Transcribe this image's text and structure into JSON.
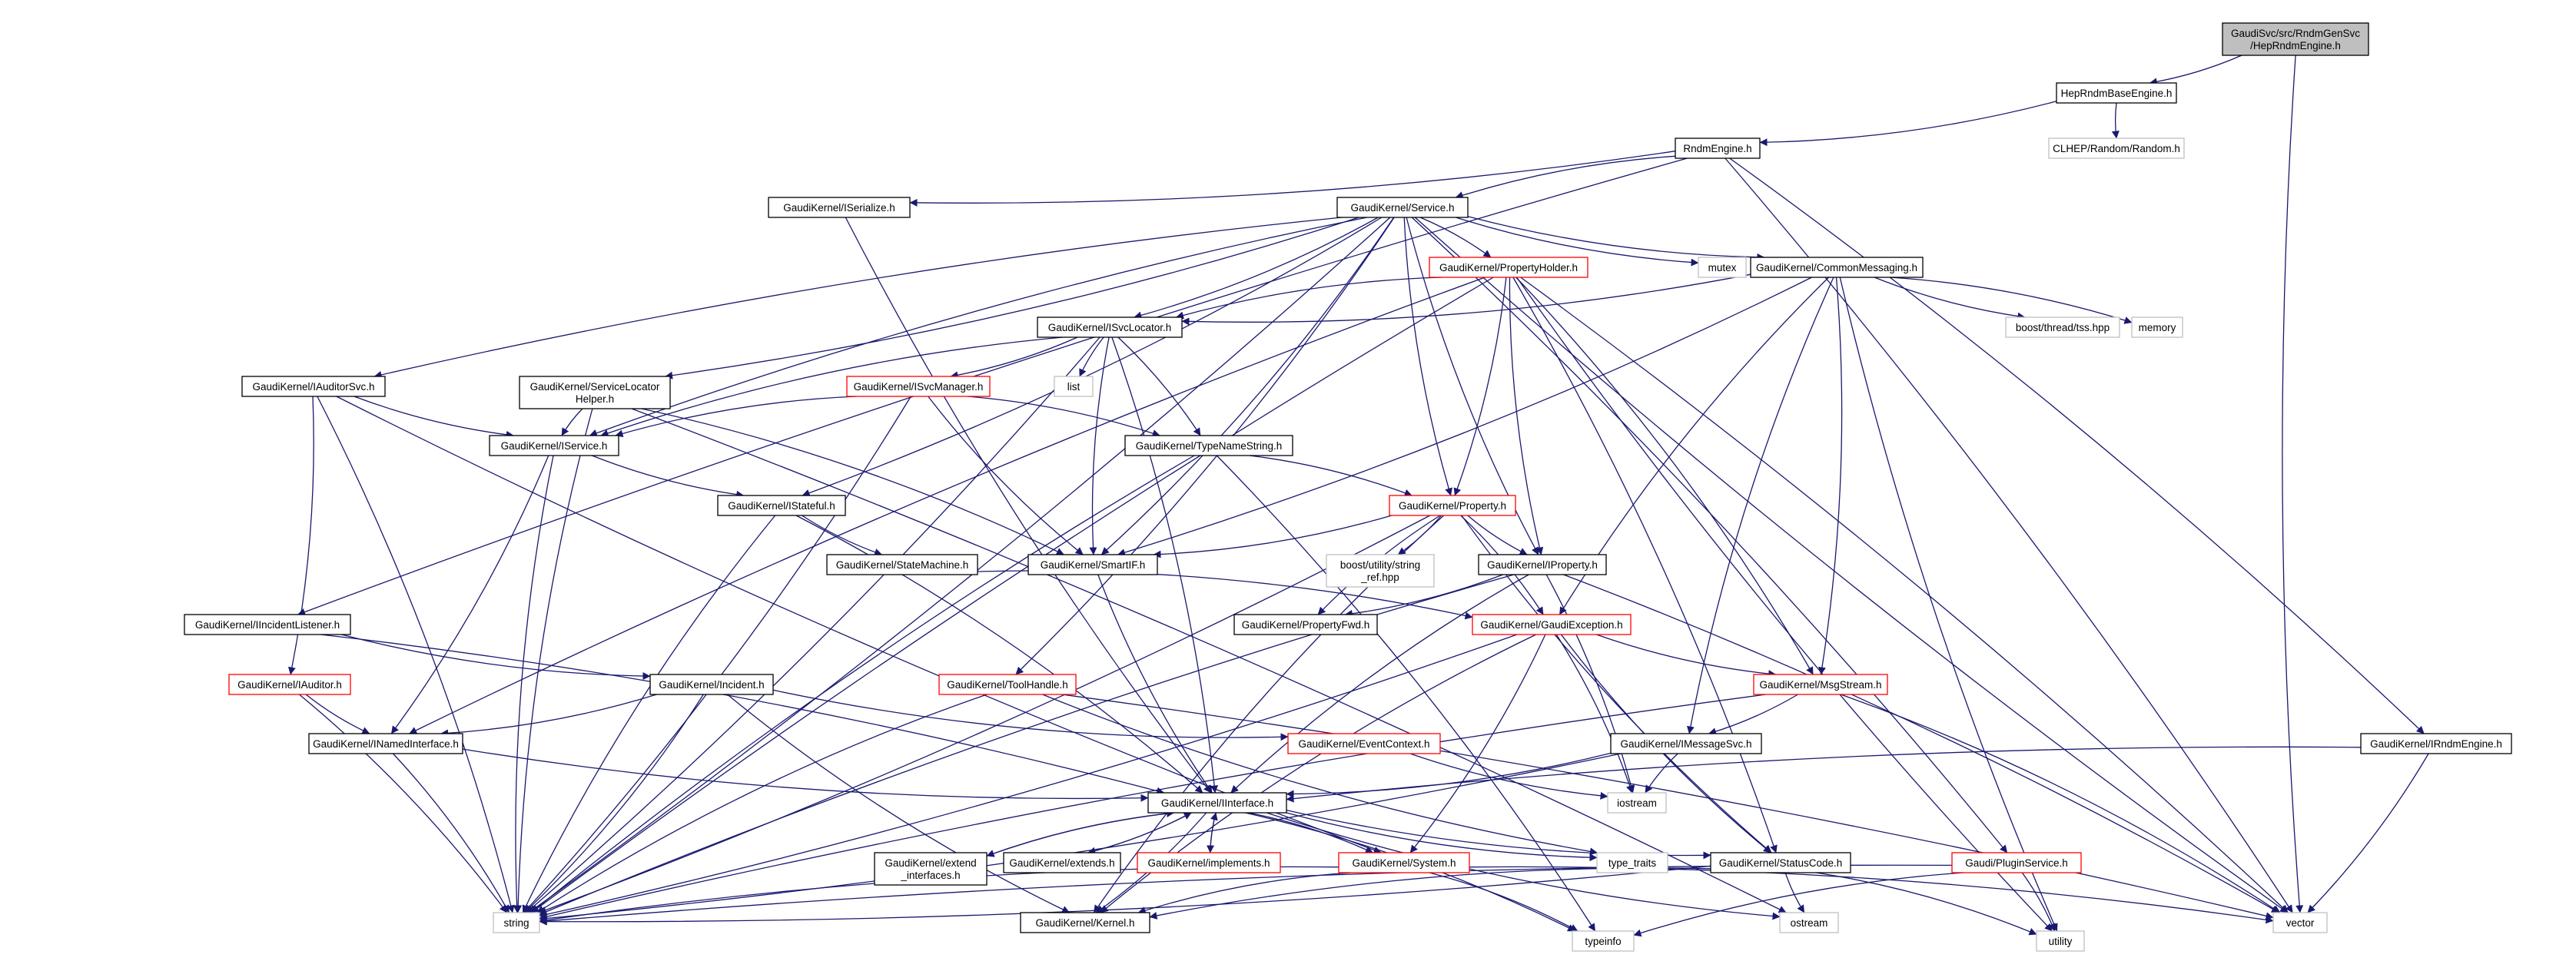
{
  "colors": {
    "edge": "#191970",
    "node_border_normal": "#000000",
    "node_border_truncated": "#ff0000",
    "node_border_external": "#bfbfbf",
    "root_fill": "#bfbfbf",
    "node_fill": "#ffffff",
    "text": "#000000"
  },
  "nodes": [
    {
      "id": "root",
      "lines": [
        "GaudiSvc/src/RndmGenSvc",
        "/HepRndmEngine.h"
      ],
      "style": "root"
    },
    {
      "id": "hepbase",
      "lines": [
        "HepRndmBaseEngine.h"
      ],
      "style": "normal"
    },
    {
      "id": "clhep",
      "lines": [
        "CLHEP/Random/Random.h"
      ],
      "style": "external"
    },
    {
      "id": "rndmengine",
      "lines": [
        "RndmEngine.h"
      ],
      "style": "normal"
    },
    {
      "id": "iserialize",
      "lines": [
        "GaudiKernel/ISerialize.h"
      ],
      "style": "normal"
    },
    {
      "id": "service",
      "lines": [
        "GaudiKernel/Service.h"
      ],
      "style": "normal"
    },
    {
      "id": "propholder",
      "lines": [
        "GaudiKernel/PropertyHolder.h"
      ],
      "style": "truncated"
    },
    {
      "id": "mutex",
      "lines": [
        "mutex"
      ],
      "style": "external"
    },
    {
      "id": "commonmsg",
      "lines": [
        "GaudiKernel/CommonMessaging.h"
      ],
      "style": "normal"
    },
    {
      "id": "boostthread",
      "lines": [
        "boost/thread/tss.hpp"
      ],
      "style": "external"
    },
    {
      "id": "memory",
      "lines": [
        "memory"
      ],
      "style": "external"
    },
    {
      "id": "isvclocator",
      "lines": [
        "GaudiKernel/ISvcLocator.h"
      ],
      "style": "normal"
    },
    {
      "id": "list",
      "lines": [
        "list"
      ],
      "style": "external"
    },
    {
      "id": "iauditorsvc",
      "lines": [
        "GaudiKernel/IAuditorSvc.h"
      ],
      "style": "normal"
    },
    {
      "id": "svclocatorhelper",
      "lines": [
        "GaudiKernel/ServiceLocator",
        "Helper.h"
      ],
      "style": "normal"
    },
    {
      "id": "isvcmanager",
      "lines": [
        "GaudiKernel/ISvcManager.h"
      ],
      "style": "truncated"
    },
    {
      "id": "iservice",
      "lines": [
        "GaudiKernel/IService.h"
      ],
      "style": "normal"
    },
    {
      "id": "typenamestring",
      "lines": [
        "GaudiKernel/TypeNameString.h"
      ],
      "style": "normal"
    },
    {
      "id": "istateful",
      "lines": [
        "GaudiKernel/IStateful.h"
      ],
      "style": "normal"
    },
    {
      "id": "property",
      "lines": [
        "GaudiKernel/Property.h"
      ],
      "style": "truncated"
    },
    {
      "id": "boostref",
      "lines": [
        "boost/utility/string",
        "_ref.hpp"
      ],
      "style": "external"
    },
    {
      "id": "statemachine",
      "lines": [
        "GaudiKernel/StateMachine.h"
      ],
      "style": "normal"
    },
    {
      "id": "smartif",
      "lines": [
        "GaudiKernel/SmartIF.h"
      ],
      "style": "normal"
    },
    {
      "id": "iproperty",
      "lines": [
        "GaudiKernel/IProperty.h"
      ],
      "style": "normal"
    },
    {
      "id": "propertyfwd",
      "lines": [
        "GaudiKernel/PropertyFwd.h"
      ],
      "style": "normal"
    },
    {
      "id": "gaudiexception",
      "lines": [
        "GaudiKernel/GaudiException.h"
      ],
      "style": "truncated"
    },
    {
      "id": "iincidentlistener",
      "lines": [
        "GaudiKernel/IIncidentListener.h"
      ],
      "style": "normal"
    },
    {
      "id": "iauditor",
      "lines": [
        "GaudiKernel/IAuditor.h"
      ],
      "style": "truncated"
    },
    {
      "id": "incident",
      "lines": [
        "GaudiKernel/Incident.h"
      ],
      "style": "normal"
    },
    {
      "id": "toolhandle",
      "lines": [
        "GaudiKernel/ToolHandle.h"
      ],
      "style": "truncated"
    },
    {
      "id": "msgstream",
      "lines": [
        "GaudiKernel/MsgStream.h"
      ],
      "style": "truncated"
    },
    {
      "id": "inamedinterface",
      "lines": [
        "GaudiKernel/INamedInterface.h"
      ],
      "style": "normal"
    },
    {
      "id": "eventcontext",
      "lines": [
        "GaudiKernel/EventContext.h"
      ],
      "style": "truncated"
    },
    {
      "id": "imessagesvc",
      "lines": [
        "GaudiKernel/IMessageSvc.h"
      ],
      "style": "normal"
    },
    {
      "id": "irndmengine",
      "lines": [
        "GaudiKernel/IRndmEngine.h"
      ],
      "style": "normal"
    },
    {
      "id": "iostream",
      "lines": [
        "iostream"
      ],
      "style": "external"
    },
    {
      "id": "iinterface",
      "lines": [
        "GaudiKernel/IInterface.h"
      ],
      "style": "normal"
    },
    {
      "id": "extendinterfaces",
      "lines": [
        "GaudiKernel/extend",
        "_interfaces.h"
      ],
      "style": "normal"
    },
    {
      "id": "extends",
      "lines": [
        "GaudiKernel/extends.h"
      ],
      "style": "normal"
    },
    {
      "id": "implements",
      "lines": [
        "GaudiKernel/implements.h"
      ],
      "style": "truncated"
    },
    {
      "id": "system",
      "lines": [
        "GaudiKernel/System.h"
      ],
      "style": "truncated"
    },
    {
      "id": "typetraits",
      "lines": [
        "type_traits"
      ],
      "style": "external"
    },
    {
      "id": "statuscode",
      "lines": [
        "GaudiKernel/StatusCode.h"
      ],
      "style": "normal"
    },
    {
      "id": "pluginservice",
      "lines": [
        "Gaudi/PluginService.h"
      ],
      "style": "truncated"
    },
    {
      "id": "string",
      "lines": [
        "string"
      ],
      "style": "external"
    },
    {
      "id": "kernel",
      "lines": [
        "GaudiKernel/Kernel.h"
      ],
      "style": "normal"
    },
    {
      "id": "typeinfo",
      "lines": [
        "typeinfo"
      ],
      "style": "external"
    },
    {
      "id": "ostream",
      "lines": [
        "ostream"
      ],
      "style": "external"
    },
    {
      "id": "utility",
      "lines": [
        "utility"
      ],
      "style": "external"
    },
    {
      "id": "vector",
      "lines": [
        "vector"
      ],
      "style": "external"
    }
  ],
  "edges": [
    [
      "root",
      "hepbase"
    ],
    [
      "root",
      "vector"
    ],
    [
      "hepbase",
      "rndmengine"
    ],
    [
      "hepbase",
      "clhep"
    ],
    [
      "rndmengine",
      "iserialize"
    ],
    [
      "rndmengine",
      "service"
    ],
    [
      "rndmengine",
      "irndmengine"
    ],
    [
      "rndmengine",
      "iincidentlistener"
    ],
    [
      "rndmengine",
      "vector"
    ],
    [
      "iserialize",
      "iinterface"
    ],
    [
      "service",
      "propholder"
    ],
    [
      "service",
      "commonmsg"
    ],
    [
      "service",
      "isvclocator"
    ],
    [
      "service",
      "iauditorsvc"
    ],
    [
      "service",
      "svclocatorhelper"
    ],
    [
      "service",
      "iservice"
    ],
    [
      "service",
      "istateful"
    ],
    [
      "service",
      "property"
    ],
    [
      "service",
      "smartif"
    ],
    [
      "service",
      "iproperty"
    ],
    [
      "service",
      "toolhandle"
    ],
    [
      "service",
      "mutex"
    ],
    [
      "service",
      "pluginservice"
    ],
    [
      "service",
      "vector"
    ],
    [
      "service",
      "string"
    ],
    [
      "propholder",
      "isvclocator"
    ],
    [
      "propholder",
      "property"
    ],
    [
      "propholder",
      "iproperty"
    ],
    [
      "propholder",
      "msgstream"
    ],
    [
      "propholder",
      "inamedinterface"
    ],
    [
      "propholder",
      "statuscode"
    ],
    [
      "propholder",
      "utility"
    ],
    [
      "propholder",
      "vector"
    ],
    [
      "propholder",
      "string"
    ],
    [
      "commonmsg",
      "isvclocator"
    ],
    [
      "commonmsg",
      "gaudiexception"
    ],
    [
      "commonmsg",
      "msgstream"
    ],
    [
      "commonmsg",
      "imessagesvc"
    ],
    [
      "commonmsg",
      "smartif"
    ],
    [
      "commonmsg",
      "boostthread"
    ],
    [
      "commonmsg",
      "memory"
    ],
    [
      "commonmsg",
      "utility"
    ],
    [
      "isvclocator",
      "isvcmanager"
    ],
    [
      "isvclocator",
      "iservice"
    ],
    [
      "isvclocator",
      "typenamestring"
    ],
    [
      "isvclocator",
      "smartif"
    ],
    [
      "isvclocator",
      "iinterface"
    ],
    [
      "isvclocator",
      "list"
    ],
    [
      "isvclocator",
      "string"
    ],
    [
      "iauditorsvc",
      "iservice"
    ],
    [
      "iauditorsvc",
      "iauditor"
    ],
    [
      "iauditorsvc",
      "system"
    ],
    [
      "iauditorsvc",
      "string"
    ],
    [
      "svclocatorhelper",
      "iservice"
    ],
    [
      "svclocatorhelper",
      "smartif"
    ],
    [
      "svclocatorhelper",
      "string"
    ],
    [
      "svclocatorhelper",
      "ostream"
    ],
    [
      "isvcmanager",
      "iservice"
    ],
    [
      "isvcmanager",
      "typenamestring"
    ],
    [
      "isvcmanager",
      "smartif"
    ],
    [
      "isvcmanager",
      "string"
    ],
    [
      "iservice",
      "istateful"
    ],
    [
      "iservice",
      "inamedinterface"
    ],
    [
      "iservice",
      "string"
    ],
    [
      "typenamestring",
      "property"
    ],
    [
      "typenamestring",
      "string"
    ],
    [
      "typenamestring",
      "typeinfo"
    ],
    [
      "istateful",
      "statemachine"
    ],
    [
      "istateful",
      "iinterface"
    ],
    [
      "istateful",
      "string"
    ],
    [
      "property",
      "smartif"
    ],
    [
      "property",
      "iproperty"
    ],
    [
      "property",
      "boostref"
    ],
    [
      "property",
      "propertyfwd"
    ],
    [
      "property",
      "gaudiexception"
    ],
    [
      "property",
      "kernel"
    ],
    [
      "property",
      "string"
    ],
    [
      "property",
      "statuscode"
    ],
    [
      "statemachine",
      "gaudiexception"
    ],
    [
      "smartif",
      "iinterface"
    ],
    [
      "iproperty",
      "propertyfwd"
    ],
    [
      "iproperty",
      "iinterface"
    ],
    [
      "iproperty",
      "iostream"
    ],
    [
      "iproperty",
      "string"
    ],
    [
      "iproperty",
      "vector"
    ],
    [
      "gaudiexception",
      "msgstream"
    ],
    [
      "gaudiexception",
      "system"
    ],
    [
      "gaudiexception",
      "statuscode"
    ],
    [
      "gaudiexception",
      "iostream"
    ],
    [
      "gaudiexception",
      "kernel"
    ],
    [
      "gaudiexception",
      "string"
    ],
    [
      "iincidentlistener",
      "incident"
    ],
    [
      "iincidentlistener",
      "iinterface"
    ],
    [
      "iauditor",
      "inamedinterface"
    ],
    [
      "iauditor",
      "string"
    ],
    [
      "incident",
      "eventcontext"
    ],
    [
      "incident",
      "inamedinterface"
    ],
    [
      "incident",
      "kernel"
    ],
    [
      "incident",
      "string"
    ],
    [
      "toolhandle",
      "typetraits"
    ],
    [
      "toolhandle",
      "vector"
    ],
    [
      "toolhandle",
      "string"
    ],
    [
      "msgstream",
      "imessagesvc"
    ],
    [
      "msgstream",
      "string"
    ],
    [
      "msgstream",
      "vector"
    ],
    [
      "inamedinterface",
      "iinterface"
    ],
    [
      "inamedinterface",
      "string"
    ],
    [
      "eventcontext",
      "iostream"
    ],
    [
      "imessagesvc",
      "iinterface"
    ],
    [
      "imessagesvc",
      "iostream"
    ],
    [
      "imessagesvc",
      "string"
    ],
    [
      "irndmengine",
      "iinterface"
    ],
    [
      "irndmengine",
      "vector"
    ],
    [
      "iinterface",
      "extendinterfaces"
    ],
    [
      "iinterface",
      "extends"
    ],
    [
      "iinterface",
      "implements"
    ],
    [
      "iinterface",
      "system"
    ],
    [
      "iinterface",
      "statuscode"
    ],
    [
      "iinterface",
      "kernel"
    ],
    [
      "iinterface",
      "typetraits"
    ],
    [
      "iinterface",
      "typeinfo"
    ],
    [
      "iinterface",
      "ostream"
    ],
    [
      "extendinterfaces",
      "iinterface"
    ],
    [
      "extends",
      "iinterface"
    ],
    [
      "implements",
      "iinterface"
    ],
    [
      "system",
      "kernel"
    ],
    [
      "system",
      "typeinfo"
    ],
    [
      "system",
      "string"
    ],
    [
      "system",
      "vector"
    ],
    [
      "statuscode",
      "ostream"
    ],
    [
      "statuscode",
      "utility"
    ],
    [
      "statuscode",
      "kernel"
    ],
    [
      "statuscode",
      "string"
    ],
    [
      "pluginservice",
      "typeinfo"
    ],
    [
      "pluginservice",
      "utility"
    ],
    [
      "pluginservice",
      "string"
    ]
  ]
}
